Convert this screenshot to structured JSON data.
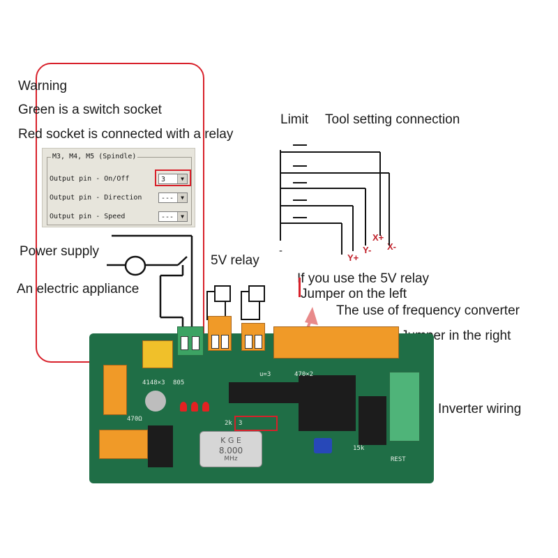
{
  "warning": {
    "title": "Warning",
    "line1": "Green is a switch socket",
    "line2": "Red socket is connected with a relay"
  },
  "dialog": {
    "group_title": "M3, M4, M5 (Spindle)",
    "rows": [
      {
        "label": "Output pin - On/Off",
        "value": "3"
      },
      {
        "label": "Output pin - Direction",
        "value": "---"
      },
      {
        "label": "Output pin - Speed",
        "value": "---"
      }
    ]
  },
  "labels": {
    "power_supply": "Power supply",
    "electric_appliance": "An electric appliance",
    "relay_5v": "5V relay",
    "limit": "Limit",
    "tool_setting": "Tool setting connection",
    "use_5v_relay": "If you use the 5V relay",
    "jumper_left": "Jumper on the left",
    "frequency_converter": "The use of frequency converter",
    "jumper_right": "Jumper in the right",
    "inverter_wiring": "Inverter wiring"
  },
  "pins": {
    "x_plus": "X+",
    "x_minus": "X-",
    "y_plus": "Y+",
    "y_minus": "Y-",
    "minus": "-"
  },
  "board": {
    "crystal_brand": "K G E",
    "crystal_freq": "8.000",
    "crystal_unit": "MHz",
    "silk_diode": "4148×3",
    "silk_805": "805",
    "silk_res": "470Ω",
    "silk_2k": "2k",
    "silk_3": "3",
    "silk_15k": "15k",
    "silk_rest": "REST",
    "silk_470_2": "470×2",
    "silk_res_u": "u=3"
  },
  "colors": {
    "highlight_red": "#d8202a",
    "terminal_orange": "#f09a28",
    "terminal_green": "#3ca363",
    "board_green": "#1f6e46"
  }
}
